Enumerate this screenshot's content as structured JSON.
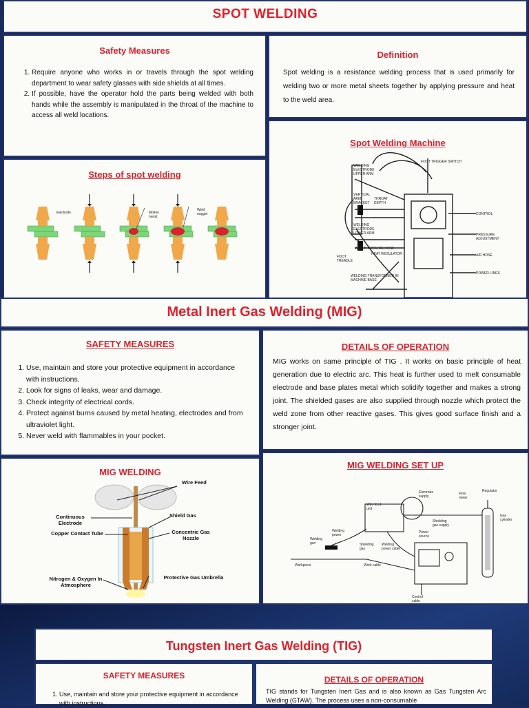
{
  "spot": {
    "title": "SPOT WELDING",
    "safety": {
      "heading": "Safety Measures",
      "items": [
        "Require anyone who works in or travels through the spot welding department to wear safety glasses with side shields at all times.",
        "If possible, have the operator hold the parts being welded with both hands while the assembly is manipulated in the throat of the machine to access all weld locations."
      ]
    },
    "definition": {
      "heading": "Definition",
      "text": "Spot welding is a resistance welding process that is used primarily for welding two or more metal sheets together by applying pressure and heat to the weld area."
    },
    "steps": {
      "heading": "Steps of spot welding",
      "labels": {
        "electrode": "Electrode",
        "molten": "Molten metal",
        "nugget": "Weld nugget"
      }
    },
    "machine": {
      "heading": "Spot Welding Machine",
      "labels": {
        "foot_switch": "FOOT TRIGGER SWITCH",
        "welding_electrode": "WELDING ELECTRODE UPPER ARM",
        "vertical_arm": "VERTICAL ARM BRACKET",
        "throat": "THROAT DEPTH",
        "lower_arm": "WELDING ELECTRODE LOWER ARM",
        "water_hose": "WATER COOLING HOSE",
        "foot_treadle": "FOOT TREADLE",
        "regulator": "HEAT REGULATOR",
        "transformer": "WELDING TRANSFORMER IN MACHINE BASE",
        "control": "CONTROL",
        "pressure": "PRESSURE ADJUSTMENT",
        "air_hose": "AIR HOSE",
        "power_lines": "POWER LINES"
      }
    }
  },
  "mig": {
    "title": "Metal Inert Gas Welding (MIG)",
    "safety": {
      "heading": "SAFETY MEASURES",
      "items": [
        "Use, maintain and store your protective equipment  in accordance with instructions.",
        "Look for signs of leaks, wear and damage.",
        "Check integrity of electrical cords.",
        "Protect against burns caused by metal heating, electrodes and from ultraviolet light.",
        "Never weld with flammables  in your pocket."
      ]
    },
    "details": {
      "heading": "DETAILS OF OPERATION",
      "text": "MIG works on same principle of TIG . It works on basic principle of heat generation due to electric arc. This heat is further used to melt consumable electrode and base plates metal which solidify together and makes a strong joint. The shielded gases are also supplied through nozzle which protect the weld zone from other reactive gases. This gives good surface finish and a stronger joint."
    },
    "welding": {
      "heading": "MIG WELDING",
      "labels": {
        "wire_feed": "Wire Feed",
        "continuous": "Continuous Electrode",
        "shield_gas": "Shield Gas",
        "copper": "Copper Contact Tube",
        "nozzle": "Concentric Gas Nozzle",
        "nitrogen": "Nitrogen & Oxygen In Atmosphere",
        "umbrella": "Protective Gas Umbrella"
      }
    },
    "setup": {
      "heading": "MIG WELDING SET UP",
      "labels": {
        "electrode_supply": "Electrode supply",
        "flow_meter": "Flow meter",
        "regulator": "Regulator",
        "wire_feed_unit": "Wire feed unit",
        "gas_cylinder": "Gas cylinder",
        "shielding_supply": "Shielding gas supply",
        "welding_power": "Welding power",
        "power_source": "Power source",
        "welding_gun": "Welding gun",
        "shielding_gas": "Shielding gas",
        "power_cable": "Welding power cable",
        "workpiece": "Workpiece",
        "work_cable": "Work cable",
        "control_cable": "Control cable"
      }
    }
  },
  "tig": {
    "title": "Tungsten Inert Gas Welding (TIG)",
    "safety": {
      "heading": "SAFETY MEASURES",
      "item1": "Use, maintain and store your protective equipment  in accordance with instructions."
    },
    "details": {
      "heading": "DETAILS OF OPERATION",
      "text": "TIG stands for Tungsten Inert Gas and is also known as Gas Tungsten Arc Welding (GTAW). The process uses a non-consumable"
    }
  },
  "colors": {
    "accent_red": "#e0202c",
    "border_navy": "#24346e",
    "panel": "#fbfbf8"
  }
}
